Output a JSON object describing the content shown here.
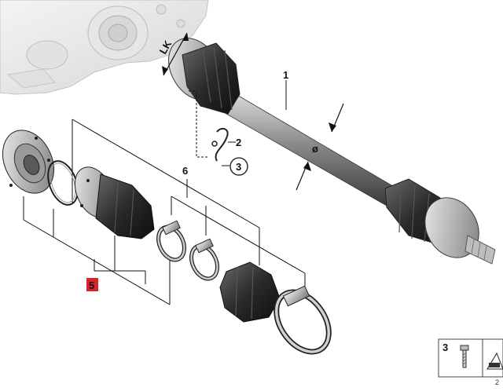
{
  "diagram": {
    "callouts": {
      "c1": "1",
      "c2": "2",
      "c3": "3",
      "c5": "5",
      "c6": "6"
    },
    "dimension_label": "LK",
    "diameter_symbol": "ø",
    "legend": {
      "ref_number": "3",
      "doc_number_fragment": "2"
    },
    "highlight_color": "#d9232a"
  }
}
